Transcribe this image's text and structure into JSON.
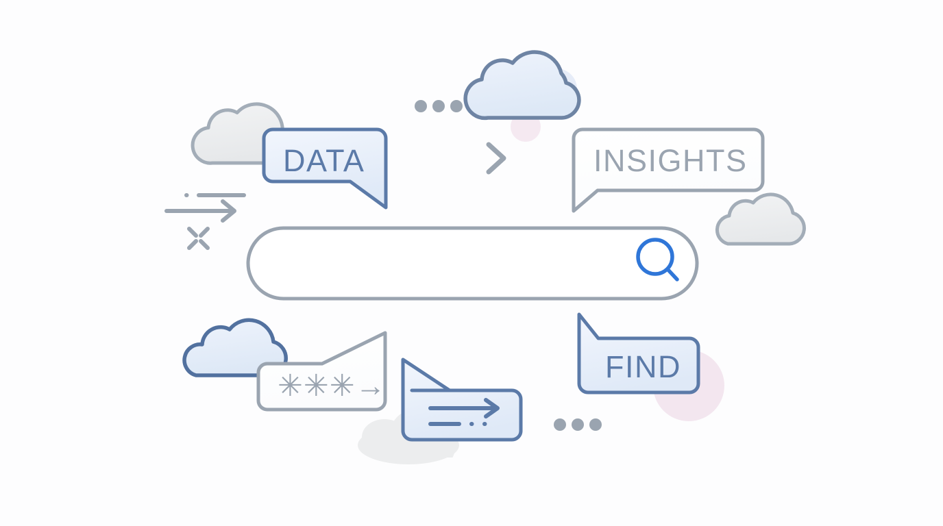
{
  "illustration": {
    "title": "data-to-insights search illustration",
    "background_color": "#fdfdfe"
  },
  "palette": {
    "blue_outline": "#5b7aa8",
    "blue_outline_dark": "#4f6e9c",
    "blue_fill_light": "#e4ecf7",
    "blue_fill_lighter": "#eef3fa",
    "grey_outline": "#9aa4b0",
    "grey_fill": "#ebecee",
    "grey_text": "#9aa4b0",
    "blue_text": "#5b7aa8",
    "accent_blue": "#2f76d8",
    "pink_circle": "#f0e1ea",
    "blue_circle": "#dde6f5",
    "dot_grey": "#9aa4b0",
    "faint_cloud": "#ecedee"
  },
  "bubbles": {
    "data": {
      "label": "DATA",
      "text_color": "#5b7aa8",
      "fill": "#e7eefa",
      "stroke": "#5b7aa8",
      "tail": "bottom-right"
    },
    "insights": {
      "label": "INSIGHTS",
      "text_color": "#9aa4b0",
      "fill": "#ffffff",
      "stroke": "#9aa4b0",
      "tail": "bottom-left"
    },
    "find": {
      "label": "FIND",
      "text_color": "#5b7aa8",
      "fill": "#e7eefa",
      "stroke": "#5b7aa8",
      "tail": "top-left"
    },
    "password": {
      "label": "✳✳✳→",
      "asterisks": "✳✳✳",
      "arrow": "→",
      "text_color": "#9aa4b0",
      "fill": "#ffffff",
      "stroke": "#9aa4b0",
      "tail": "top-right"
    },
    "message": {
      "label": "",
      "fill": "#e7eefa",
      "stroke": "#5b7aa8",
      "tail": "top-left",
      "content": "arrow-line-and-dashes"
    }
  },
  "search_bar": {
    "value": "",
    "placeholder": "",
    "stroke": "#9aa4b0",
    "fill": "#ffffff",
    "icon": "search-icon",
    "icon_color": "#2f76d8"
  },
  "connector": {
    "chevron": "›",
    "chevron_color": "#9aa4b0",
    "direction": "right"
  },
  "decorations": {
    "dots_top": {
      "count": 3,
      "color": "#9aa4b0"
    },
    "dots_bottom": {
      "count": 3,
      "color": "#9aa4b0"
    },
    "clouds": [
      {
        "name": "cloud-top-left",
        "style": "grey"
      },
      {
        "name": "cloud-top-center",
        "style": "blue"
      },
      {
        "name": "cloud-right",
        "style": "grey"
      },
      {
        "name": "cloud-bottom-left",
        "style": "blue"
      },
      {
        "name": "cloud-bottom-center",
        "style": "faint"
      }
    ],
    "circles": [
      {
        "name": "circle-blue-top",
        "color": "#dde6f5"
      },
      {
        "name": "circle-pink-top",
        "color": "#f2e6ee"
      },
      {
        "name": "circle-pink-find",
        "color": "#f0e1ea"
      }
    ],
    "marks": {
      "dot_dash": "dot-dash-mark",
      "long_arrow": "long-arrow-mark",
      "sparkle": "collapse-sparkle-mark"
    }
  }
}
